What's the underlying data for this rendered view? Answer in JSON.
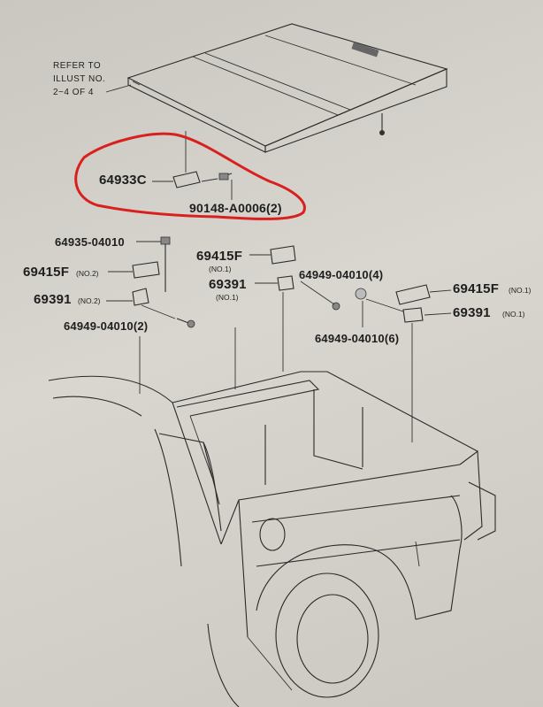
{
  "refer_note": [
    "REFER TO",
    "ILLUST NO.",
    "2~4 OF 4"
  ],
  "highlight_color": "#d8201e",
  "parts": {
    "p64933C": "64933C",
    "p90148": "90148-A0006(2)",
    "p64935": "64935-04010",
    "p69415F_no2": "69415F",
    "no2_a": "(NO.2)",
    "p69391_no2": "69391",
    "no2_b": "(NO.2)",
    "p64949_2": "64949-04010(2)",
    "p69415F_no1_mid": "69415F",
    "no1_a": "(NO.1)",
    "p69391_no1_mid": "69391",
    "no1_b": "(NO.1)",
    "p64949_4": "64949-04010(4)",
    "p64949_6": "64949-04010(6)",
    "p69415F_no1_right": "69415F",
    "no1_c": "(NO.1)",
    "p69391_no1_right": "69391",
    "no1_d": "(NO.1)"
  }
}
